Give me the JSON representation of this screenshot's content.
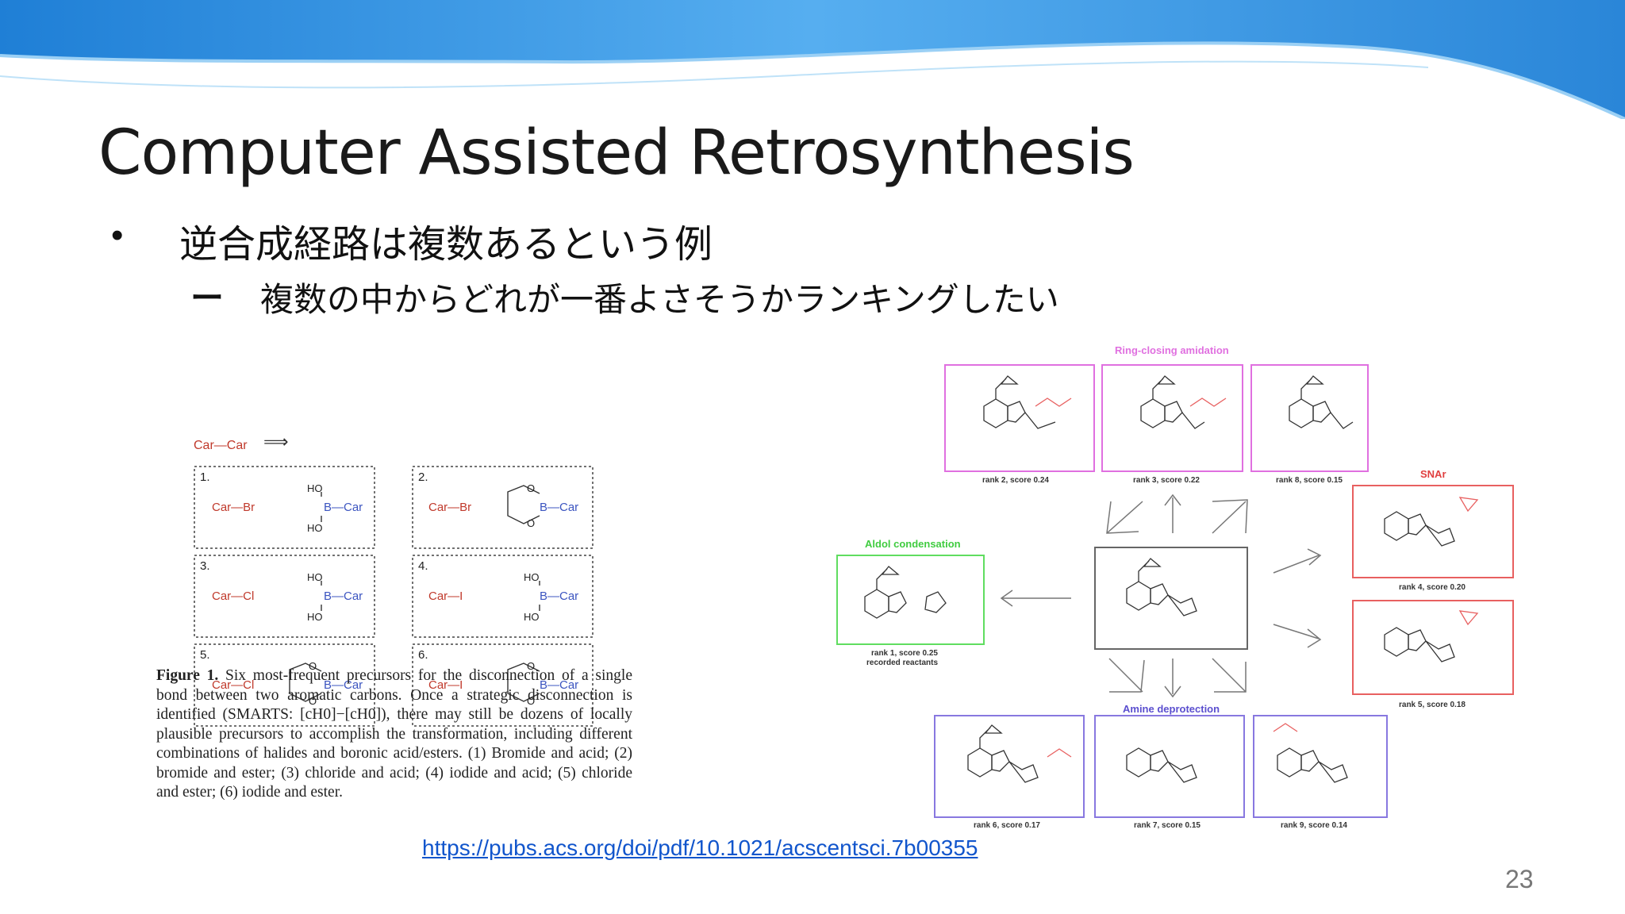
{
  "slide": {
    "title": "Computer Assisted Retrosynthesis",
    "bullet1": "逆合成経路は複数あるという例",
    "bullet2": "複数の中からどれが一番よさそうかランキングしたい",
    "bullet1_marker": "•",
    "bullet2_marker": "ー",
    "link": "https://pubs.acs.org/doi/pdf/10.1021/acscentsci.7b00355",
    "page_number": "23"
  },
  "figure1": {
    "header": "Car—Car",
    "boxes": [
      {
        "num": "1.",
        "left": "Car—Br",
        "right": "B—Car"
      },
      {
        "num": "2.",
        "left": "Car—Br",
        "right": "B—Car"
      },
      {
        "num": "3.",
        "left": "Car—Cl",
        "right": "B—Car"
      },
      {
        "num": "4.",
        "left": "Car—I",
        "right": "B—Car"
      },
      {
        "num": "5.",
        "left": "Car—Cl",
        "right": "B—Car"
      },
      {
        "num": "6.",
        "left": "Car—I",
        "right": "B—Car"
      }
    ],
    "caption_label": "Figure 1.",
    "caption_text": "Six most-frequent precursors for the disconnection of a single bond between two aromatic carbons. Once a strategic disconnection is identified (SMARTS: [cH0]−[cH0]), there may still be dozens of locally plausible precursors to accomplish the transformation, including different combinations of halides and boronic acid/esters. (1) Bromide and acid; (2) bromide and ester; (3) chloride and acid; (4) iodide and acid; (5) chloride and ester; (6) iodide and ester."
  },
  "figure2": {
    "ring_closing_label": "Ring-closing amidation",
    "snar_label": "SNAr",
    "aldol_label": "Aldol condensation",
    "amine_label": "Amine deprotection",
    "ranks": {
      "r2": "rank 2, score 0.24",
      "r3": "rank 3, score 0.22",
      "r8": "rank 8, score 0.15",
      "r4": "rank 4, score 0.20",
      "r5": "rank 5, score 0.18",
      "r1": "rank 1, score 0.25",
      "r1b": "recorded reactants",
      "r6": "rank 6, score 0.17",
      "r7": "rank 7, score 0.15",
      "r9": "rank 9, score 0.14"
    },
    "colors": {
      "magenta": "#e070e0",
      "red": "#e86060",
      "green": "#60dd60",
      "purple": "#8878e0",
      "gray": "#666666"
    }
  }
}
